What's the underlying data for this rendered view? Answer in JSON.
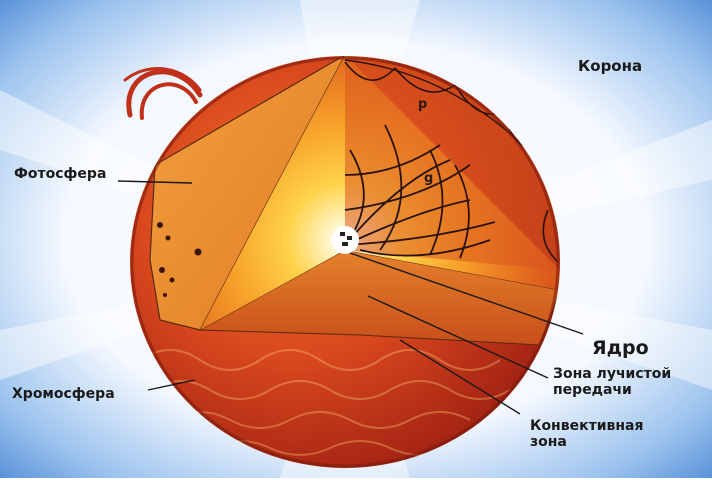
{
  "labels": {
    "corona": "Корона",
    "photosphere": "Фотосфера",
    "chromosphere": "Хромосфера",
    "core": "Ядро",
    "radiative_zone": "Зона лучистой передачи",
    "radiative_zone_line1": "Зона лучистой",
    "radiative_zone_line2": "передачи",
    "convective_zone_line1": "Конвективная",
    "convective_zone_line2": "зона",
    "p_mode": "p",
    "g_mode": "g"
  },
  "colors": {
    "sky_blue": "#4f8fd8",
    "corona_white": "#ffffff",
    "surface_red": "#c8321c",
    "photosphere_orange": "#e88a2a",
    "core_white": "#ffffff",
    "line_dark": "#1a1a1a"
  }
}
